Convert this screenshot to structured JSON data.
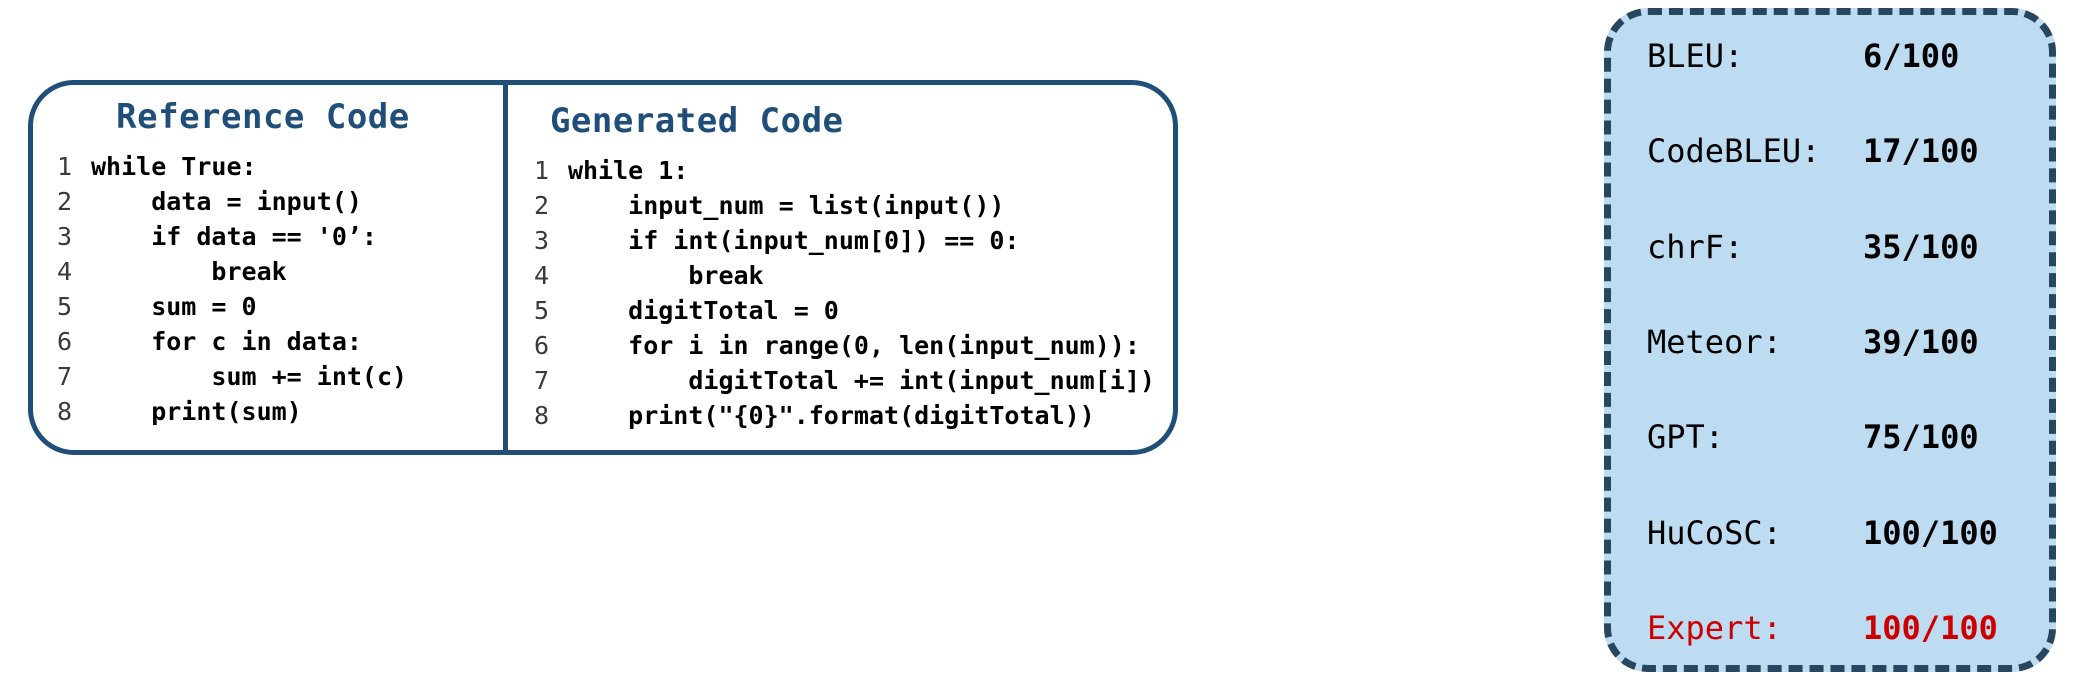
{
  "code_card": {
    "reference": {
      "title": "Reference Code",
      "lines": [
        {
          "number": "1",
          "text": "while True:"
        },
        {
          "number": "2",
          "text": "    data = input()"
        },
        {
          "number": "3",
          "text": "    if data == '0’:"
        },
        {
          "number": "4",
          "text": "        break"
        },
        {
          "number": "5",
          "text": "    sum = 0"
        },
        {
          "number": "6",
          "text": "    for c in data:"
        },
        {
          "number": "7",
          "text": "        sum += int(c)"
        },
        {
          "number": "8",
          "text": "    print(sum)"
        }
      ]
    },
    "generated": {
      "title": "Generated Code",
      "lines": [
        {
          "number": "1",
          "text": "while 1:"
        },
        {
          "number": "2",
          "text": "    input_num = list(input())"
        },
        {
          "number": "3",
          "text": "    if int(input_num[0]) == 0:"
        },
        {
          "number": "4",
          "text": "        break"
        },
        {
          "number": "5",
          "text": "    digitTotal = 0"
        },
        {
          "number": "6",
          "text": "    for i in range(0, len(input_num)):"
        },
        {
          "number": "7",
          "text": "        digitTotal += int(input_num[i])"
        },
        {
          "number": "8",
          "text": "    print(\"{0}\".format(digitTotal))"
        }
      ]
    }
  },
  "metrics": {
    "accent_fill": "#bedcf1",
    "accent_border": "#27465f",
    "highlight_color": "#cc0000",
    "rows": [
      {
        "label": "BLEU:",
        "value": "6/100",
        "highlight": false
      },
      {
        "label": "CodeBLEU:",
        "value": "17/100",
        "highlight": false
      },
      {
        "label": "chrF:",
        "value": "35/100",
        "highlight": false
      },
      {
        "label": "Meteor:",
        "value": "39/100",
        "highlight": false
      },
      {
        "label": "GPT:",
        "value": "75/100",
        "highlight": false
      },
      {
        "label": "HuCoSC:",
        "value": "100/100",
        "highlight": false
      },
      {
        "label": "Expert:",
        "value": "100/100",
        "highlight": true
      }
    ]
  }
}
